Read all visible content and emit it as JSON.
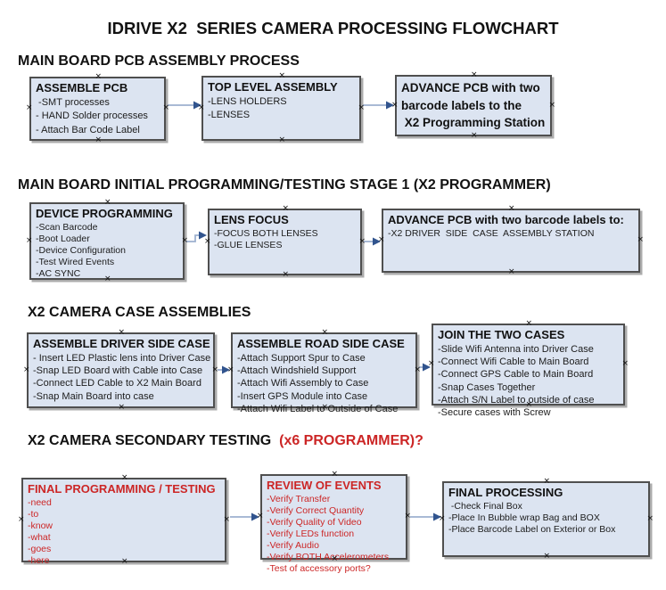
{
  "title": "IDRIVE X2  SERIES CAMERA PROCESSING FLOWCHART",
  "glyphs": {
    "connection_marker": "×"
  },
  "colors": {
    "box_fill": "#dce4f1",
    "box_border": "#4f4f4f",
    "connector_line": "#9db0cf",
    "connector_arrow": "#31548e",
    "accent_red": "#cc2626",
    "text_black": "#121212"
  },
  "sections": [
    {
      "heading": "MAIN BOARD PCB ASSEMBLY PROCESS",
      "heading_suffix_red": "",
      "boxes": [
        {
          "title": "ASSEMBLE PCB",
          "items": [
            " -SMT processes",
            "- HAND Solder processes",
            "- Attach Bar Code Label"
          ]
        },
        {
          "title": "TOP LEVEL ASSEMBLY",
          "items": [
            "-LENS HOLDERS",
            "-LENSES"
          ]
        },
        {
          "title": "ADVANCE PCB with two\nbarcode labels to the\n X2 Programming Station",
          "items": []
        }
      ]
    },
    {
      "heading": "MAIN BOARD INITIAL PROGRAMMING/TESTING STAGE 1 (X2 PROGRAMMER)",
      "heading_suffix_red": "",
      "boxes": [
        {
          "title": "DEVICE PROGRAMMING",
          "items": [
            "-Scan Barcode",
            "-Boot Loader",
            "-Device Configuration",
            "-Test Wired Events",
            "-AC SYNC"
          ]
        },
        {
          "title": "LENS FOCUS",
          "items": [
            "-FOCUS BOTH LENSES",
            "-GLUE LENSES"
          ]
        },
        {
          "title": "ADVANCE PCB with two barcode labels to:",
          "items": [
            "-X2 DRIVER  SIDE  CASE  ASSEMBLY STATION"
          ]
        }
      ]
    },
    {
      "heading": "X2 CAMERA CASE ASSEMBLIES",
      "heading_suffix_red": "",
      "boxes": [
        {
          "title": "ASSEMBLE DRIVER SIDE CASE",
          "items": [
            "- Insert LED Plastic lens into Driver Case",
            "-Snap LED Board with Cable into Case",
            "-Connect LED Cable to X2 Main Board",
            "-Snap Main Board into case"
          ]
        },
        {
          "title": "ASSEMBLE ROAD SIDE CASE",
          "items": [
            "-Attach Support Spur to Case",
            "-Attach Windshield Support",
            "-Attach Wifi Assembly to Case",
            "-Insert GPS Module into Case",
            "-Attach Wifi Label to Outside of Case"
          ]
        },
        {
          "title": "JOIN THE TWO CASES",
          "items": [
            "-Slide Wifi Antenna into Driver Case",
            "-Connect Wifi Cable to Main Board",
            "-Connect GPS Cable to Main Board",
            "-Snap Cases Together",
            "-Attach S/N Label to outside of case",
            "-Secure cases with Screw"
          ]
        }
      ]
    },
    {
      "heading": "X2 CAMERA SECONDARY TESTING  ",
      "heading_suffix_red": "(x6 PROGRAMMER)?",
      "boxes": [
        {
          "title": "FINAL PROGRAMMING / TESTING",
          "red": true,
          "items": [
            "-need",
            "-to",
            "-know",
            "-what",
            "-goes",
            "-here"
          ]
        },
        {
          "title": "REVIEW OF EVENTS",
          "red": true,
          "items": [
            "-Verify Transfer",
            "-Verify Correct Quantity",
            "-Verify Quality of Video",
            "-Verify LEDs function",
            "-Verify Audio",
            "-Verify BOTH Accelerometers",
            "-Test of accessory ports?"
          ]
        },
        {
          "title": "FINAL PROCESSING",
          "items": [
            " -Check Final Box",
            "-Place In Bubble wrap Bag and BOX",
            "-Place Barcode Label on Exterior or Box"
          ]
        }
      ]
    }
  ]
}
